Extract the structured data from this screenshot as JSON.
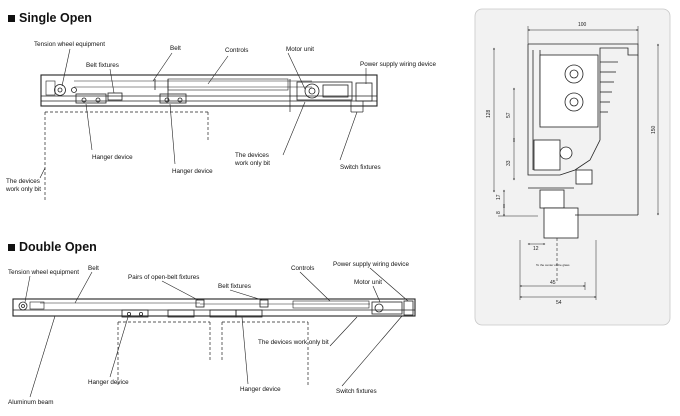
{
  "single": {
    "title": "Single Open",
    "labels": {
      "tension": "Tension wheel equipment",
      "belt": "Belt",
      "controls": "Controls",
      "motor": "Motor unit",
      "power": "Power supply wiring device",
      "beltfix": "Belt fixtures",
      "hanger1": "Hanger device",
      "hanger2": "Hanger device",
      "devices_line1": "The devices",
      "devices_line2": "work only bit",
      "left_line1": "The devices",
      "left_line2": "work only bit",
      "switch": "Switch fixtures"
    }
  },
  "double": {
    "title": "Double Open",
    "labels": {
      "tension": "Tension wheel equipment",
      "belt": "Belt",
      "pairs": "Pairs of open-belt fixtures",
      "beltfix": "Belt fixtures",
      "controls": "Controls",
      "power": "Power supply wiring device",
      "motor": "Motor unit",
      "devices": "The devices work only bit",
      "hanger1": "Hanger device",
      "hanger2": "Hanger device",
      "switch": "Switch fixtures",
      "beam": "Aluminum beam"
    }
  },
  "section": {
    "dims": {
      "top_width": "100",
      "h128": "128",
      "h57": "57",
      "h33": "33",
      "h17": "17",
      "h8": "8",
      "right_h": "150",
      "w12": "12",
      "w45": "45",
      "w54": "54",
      "note": "To the center of the glass"
    }
  }
}
